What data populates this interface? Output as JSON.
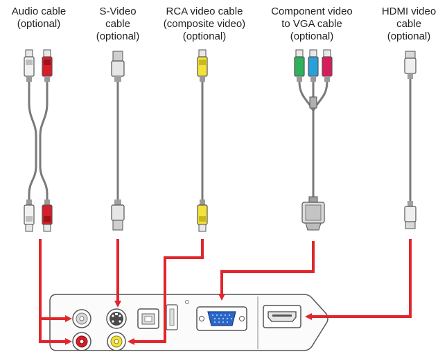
{
  "cables": [
    {
      "id": "audio",
      "lines": [
        "Audio cable",
        "(optional)"
      ]
    },
    {
      "id": "svideo",
      "lines": [
        "S-Video",
        "cable",
        "(optional)"
      ]
    },
    {
      "id": "rca",
      "lines": [
        "RCA video cable",
        "(composite video)",
        "(optional)"
      ]
    },
    {
      "id": "component",
      "lines": [
        "Component video",
        "to VGA cable",
        "(optional)"
      ]
    },
    {
      "id": "hdmi",
      "lines": [
        "HDMI video",
        "cable",
        "(optional)"
      ]
    }
  ],
  "colors": {
    "arrow": "#e0262c",
    "audio_red": "#d81e28",
    "audio_white": "#f2f2f2",
    "rca_yellow": "#f2e23a",
    "component_green": "#2fb05a",
    "component_blue": "#2a9fd8",
    "component_red": "#d81e5a",
    "vga_blue": "#2a66c8",
    "cable_gray": "#8a8a8a",
    "outline": "#555555"
  }
}
